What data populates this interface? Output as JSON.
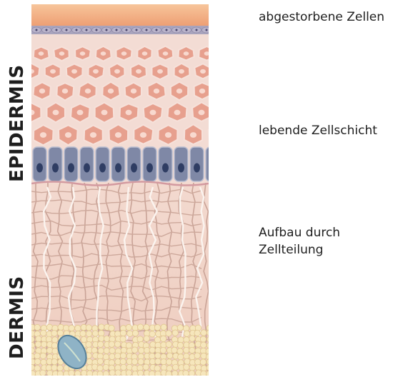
{
  "labels": {
    "epidermis": "EPIDERMIS",
    "dermis": "DERMIS"
  },
  "annotations": {
    "dead_cells": "abgestorbene Zellen",
    "living_layer": "lebende Zellschicht",
    "cell_division_line1": "Aufbau durch",
    "cell_division_line2": "Zellteilung"
  },
  "colors": {
    "stratum_corneum": "#f2b489",
    "keratinocyte": "#e7a08e",
    "basal_cell": "#7f88a6",
    "dermis": "#f0d3c9",
    "fat": "#f6e6bc"
  }
}
